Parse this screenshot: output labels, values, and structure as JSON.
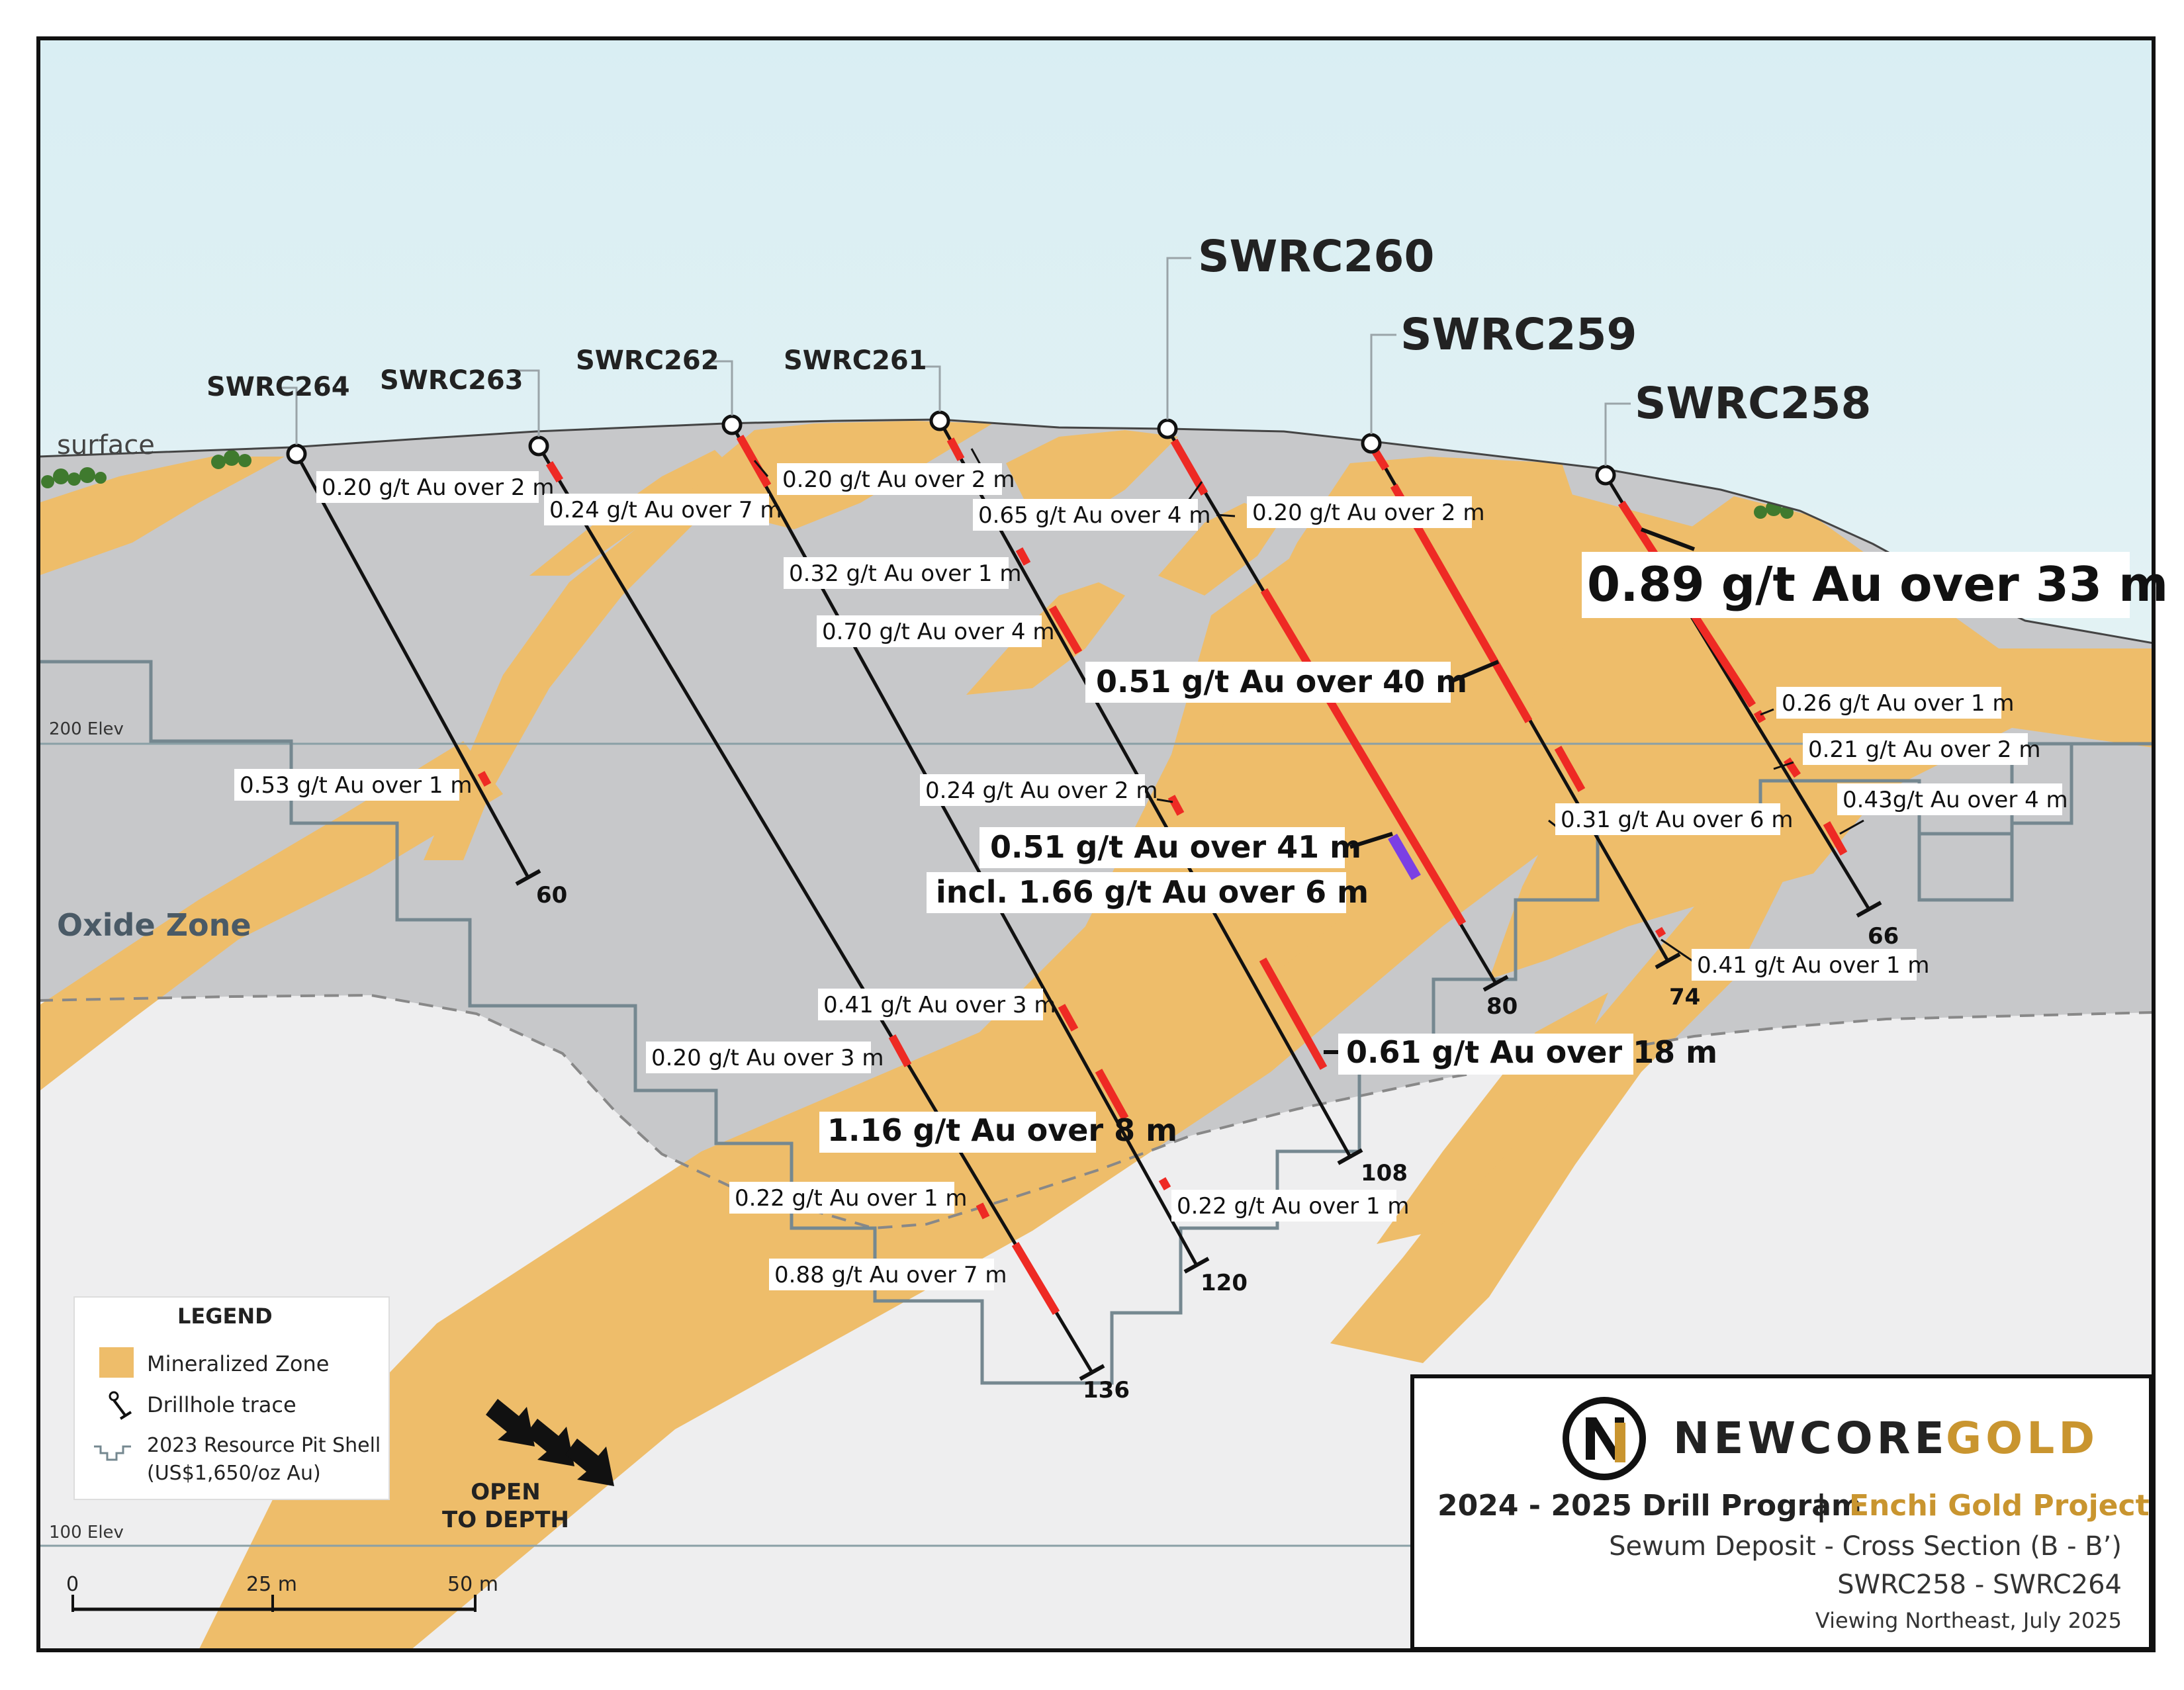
{
  "holes": [
    {
      "id": "SWRC264",
      "depth_label": "60"
    },
    {
      "id": "SWRC263",
      "depth_label": "136"
    },
    {
      "id": "SWRC262",
      "depth_label": "120"
    },
    {
      "id": "SWRC261",
      "depth_label": "108"
    },
    {
      "id": "SWRC260",
      "depth_label": "80"
    },
    {
      "id": "SWRC259",
      "depth_label": "74"
    },
    {
      "id": "SWRC258",
      "depth_label": "66"
    }
  ],
  "intercepts": [
    "0.20 g/t Au over 2 m",
    "0.53 g/t Au over 1 m",
    "0.24 g/t Au over 7 m",
    "0.20 g/t Au over 3 m",
    "0.22 g/t Au over 1 m",
    "0.88 g/t Au over 7 m",
    "0.20 g/t Au over 2 m",
    "0.32 g/t Au over 1 m",
    "0.70 g/t Au over 4 m",
    "0.24 g/t Au over 2 m",
    "0.41 g/t Au over 3 m",
    "1.16 g/t Au over 8 m",
    "0.22 g/t Au over 1 m",
    "0.65 g/t Au over 4 m",
    "0.51 g/t Au over 41 m",
    "incl. 1.66 g/t Au over 6 m",
    "0.61 g/t Au over 18 m",
    "0.20 g/t Au over 2 m",
    "0.51 g/t Au over 40 m",
    "0.89 g/t Au over 33 m",
    "0.31 g/t Au over 6 m",
    "0.41 g/t Au over 1 m",
    "0.26 g/t Au over 1 m",
    "0.21 g/t Au over 2 m",
    "0.43g/t Au over 4 m"
  ],
  "map_labels": {
    "surface": "surface",
    "oxide_zone": "Oxide Zone",
    "elev_200": "200 Elev",
    "elev_100": "100 Elev",
    "open_to_depth_1": "OPEN",
    "open_to_depth_2": "TO DEPTH"
  },
  "legend": {
    "title": "LEGEND",
    "mineralized": "Mineralized Zone",
    "drillhole": "Drillhole trace",
    "pit_shell_1": "2023 Resource Pit Shell",
    "pit_shell_2": "(US$1,650/oz Au)"
  },
  "scale_bar": {
    "t0": "0",
    "t1": "25 m",
    "t2": "50 m"
  },
  "title_block": {
    "brand_1": "NEWCORE",
    "brand_2": "GOLD",
    "program": "2024 - 2025 Drill Program",
    "separator": "|",
    "project": "Enchi Gold Project",
    "section": "Sewum Deposit - Cross Section (B - B’)",
    "holes": "SWRC258 - SWRC264",
    "viewing": "Viewing Northeast, July 2025"
  },
  "colors": {
    "mineralized": "#eebd6a",
    "host_rock": "#c7c8ca",
    "fresh_rock": "#eeeeef",
    "sky": "#e6f3f6",
    "pit_shell": "#758890",
    "intercept": "#ee2a24",
    "high_grade": "#7b3fe4",
    "brand_gold": "#c9952f"
  }
}
